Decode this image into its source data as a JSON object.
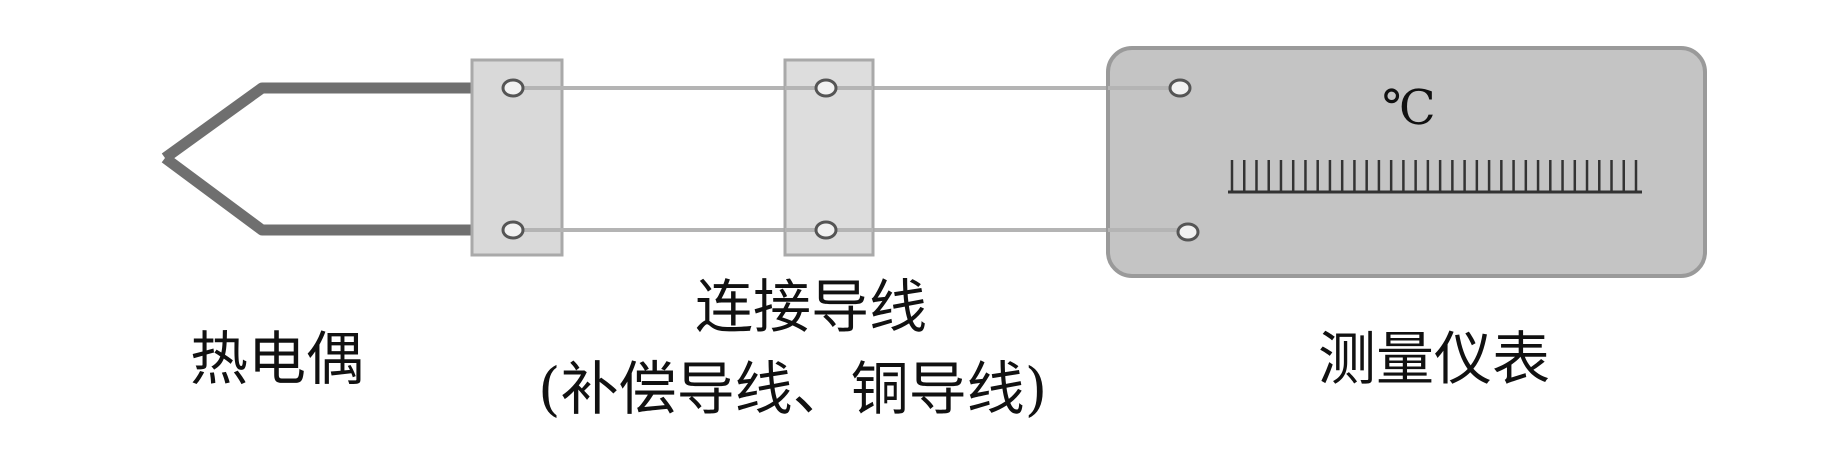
{
  "labels": {
    "thermocouple": "热电偶",
    "connecting_wire": "连接导线",
    "connecting_wire_note": "(补偿导线、铜导线)",
    "measuring_instrument": "测量仪表",
    "unit": "℃"
  },
  "colors": {
    "thermocouple_wire": "#6f6f6f",
    "connecting_wire": "#b4b4b4",
    "terminal_block_fill": "#d9d9d9",
    "terminal_block_stroke": "#a9a9a9",
    "meter_fill": "#c4c4c4",
    "meter_stroke": "#9a9a9a",
    "scale_ticks": "#333333"
  },
  "meter_scale": {
    "tick_count": 34
  }
}
